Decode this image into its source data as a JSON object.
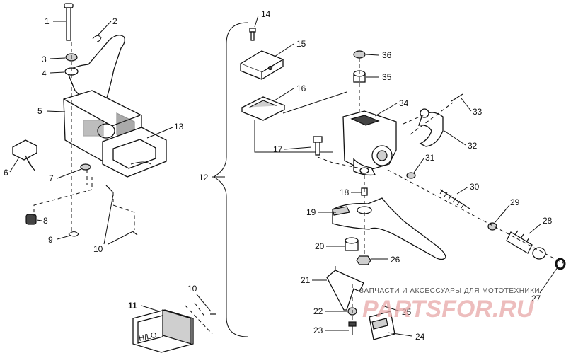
{
  "callouts": {
    "c1": "1",
    "c2": "2",
    "c3": "3",
    "c4": "4",
    "c5": "5",
    "c6": "6",
    "c7": "7",
    "c8": "8",
    "c9": "9",
    "c10a": "10",
    "c10b": "10",
    "c11": "11",
    "c12": "12",
    "c13": "13",
    "c14": "14",
    "c15": "15",
    "c16": "16",
    "c17": "17",
    "c18": "18",
    "c19": "19",
    "c20": "20",
    "c21": "21",
    "c22": "22",
    "c23": "23",
    "c24": "24",
    "c25": "25",
    "c26": "26",
    "c27": "27",
    "c28": "28",
    "c29": "29",
    "c30": "30",
    "c31": "31",
    "c32": "32",
    "c33": "33",
    "c34": "34",
    "c35": "35",
    "c36": "36"
  },
  "switch_label": "H/LO",
  "watermark": {
    "caption": "ЗАПЧАСТИ И АКСЕССУАРЫ ДЛЯ МОТОТЕХНИКИ",
    "brand": "PARTSFOR.RU"
  }
}
